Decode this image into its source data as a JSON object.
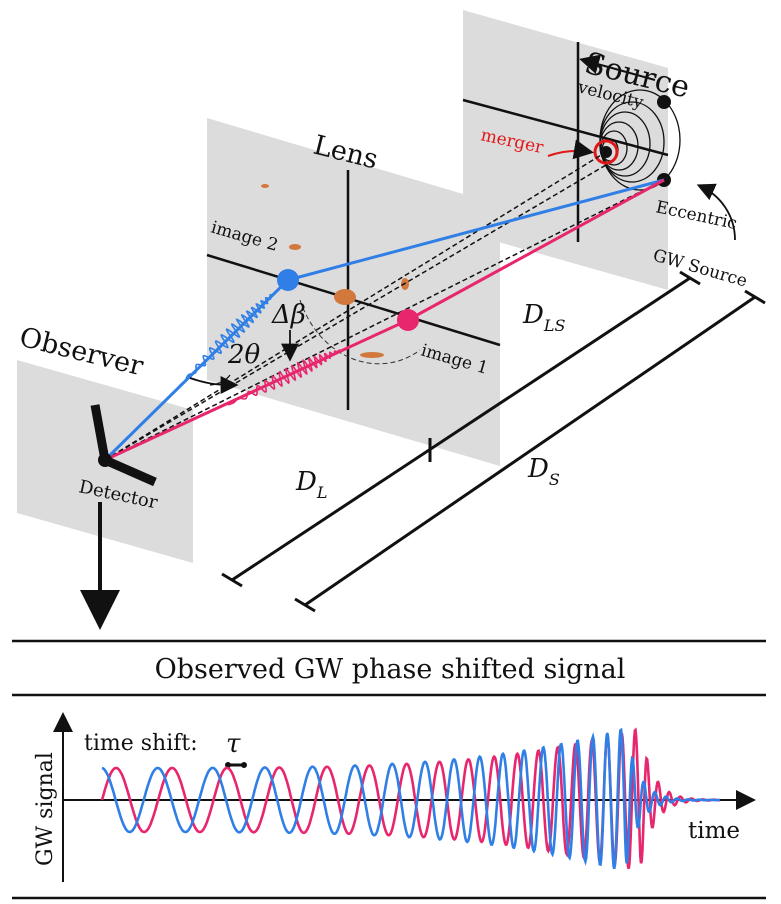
{
  "colors": {
    "image1": "#e8266e",
    "image2": "#2f7fe6",
    "merger": "#e01818",
    "panel": "#dcdcdc",
    "lens_blob": "#d2783c",
    "ink": "#111111"
  },
  "labels": {
    "source": "Source",
    "velocity": "velocity",
    "merger": "merger",
    "eccentric": "Eccentric",
    "gw_source": "GW Source",
    "lens": "Lens",
    "image2": "image 2",
    "image1": "image 1",
    "delta_beta": "Δβ",
    "two_theta": "2θ",
    "observer": "Observer",
    "detector": "Detector",
    "d_ls": "D",
    "d_ls_sub": "LS",
    "d_l": "D",
    "d_l_sub": "L",
    "d_s": "D",
    "d_s_sub": "S"
  },
  "bottom": {
    "banner": "Observed GW phase shifted signal",
    "y_axis": "GW signal",
    "x_axis": "time",
    "time_shift": "time shift:",
    "tau": "τ"
  }
}
